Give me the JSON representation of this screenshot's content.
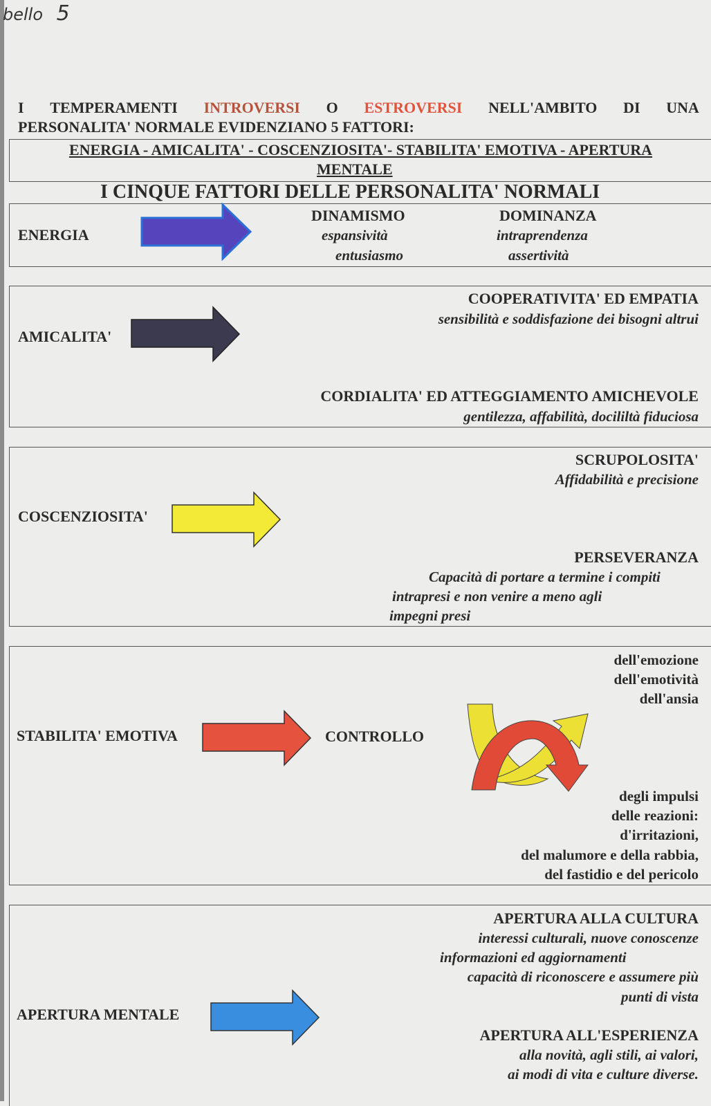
{
  "handwritten_note": {
    "prefix": "bello",
    "number": "5"
  },
  "intro": {
    "line1": [
      "I",
      "TEMPERAMENTI",
      "INTROVERSI",
      "O",
      "ESTROVERSI",
      "NELL'AMBITO",
      "DI",
      "UNA"
    ],
    "line2": "PERSONALITA' NORMALE EVIDENZIANO 5 FATTORI:",
    "introversi_color": "#b5533c",
    "estroversi_color": "#e0533c"
  },
  "factors_box": {
    "line1": "ENERGIA - AMICALITA' - COSCENZIOSITA'- STABILITA' EMOTIVA - APERTURA",
    "line2": "MENTALE"
  },
  "main_title": "I CINQUE FATTORI DELLE PERSONALITA' NORMALI",
  "energia": {
    "label": "ENERGIA",
    "arrow_color": "#5544bb",
    "col1": {
      "title": "DINAMISMO",
      "items": [
        "espansività",
        "entusiasmo"
      ]
    },
    "col2": {
      "title": "DOMINANZA",
      "items": [
        "intraprendenza",
        "assertività"
      ]
    }
  },
  "amicalita": {
    "label": "AMICALITA'",
    "arrow_color": "#3b3a4e",
    "block1": {
      "title": "COOPERATIVITA'  ED EMPATIA",
      "text": "sensibilità e soddisfazione dei bisogni altrui"
    },
    "block2": {
      "title": "CORDIALITA' ED ATTEGGIAMENTO AMICHEVOLE",
      "text": "gentilezza, affabilità, docililtà fiduciosa"
    }
  },
  "coscienziosita": {
    "label": "COSCENZIOSITA'",
    "arrow_color": "#f2ea36",
    "block1": {
      "title": "SCRUPOLOSITA'",
      "text": "Affidabilità e precisione"
    },
    "block2": {
      "title": "PERSEVERANZA",
      "lines": [
        "Capacità di portare a termine i compiti",
        "intrapresi e non venire a meno agli",
        "impegni presi"
      ]
    }
  },
  "stabilita": {
    "label": "STABILITA' EMOTIVA",
    "arrow_color": "#e5533e",
    "control": "CONTROLLO",
    "top_lines": [
      "dell'emozione",
      "dell'emotività",
      "dell'ansia"
    ],
    "bottom_lines": [
      "degli impulsi",
      "delle reazioni:",
      "d'irritazioni,",
      "del malumore  e della rabbia,",
      "del fastidio e del pericolo"
    ],
    "cycle_colors": {
      "red": "#e04a36",
      "yellow": "#ece035"
    }
  },
  "apertura": {
    "label": "APERTURA MENTALE",
    "arrow_color": "#3a8ee0",
    "block1": {
      "title": "APERTURA ALLA CULTURA",
      "lines": [
        "interessi culturali, nuove conoscenze",
        "informazioni ed aggiornamenti",
        "capacità di riconoscere e assumere più",
        "punti di vista"
      ]
    },
    "block2": {
      "title": "APERTURA ALL'ESPERIENZA",
      "lines": [
        "alla novità, agli stili, ai valori,",
        "ai modi di vita e culture diverse."
      ]
    }
  }
}
